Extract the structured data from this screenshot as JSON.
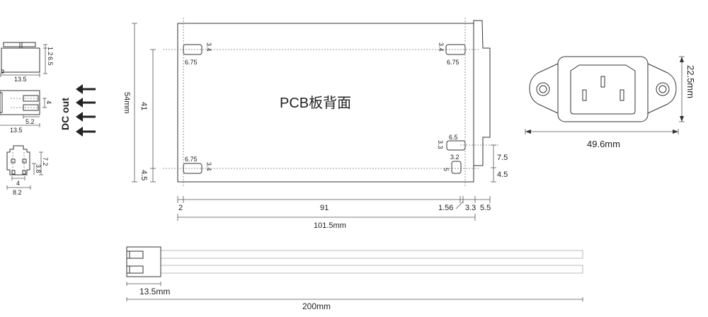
{
  "pcb": {
    "label": "PCB板背面",
    "height_total": "54mm",
    "hole_spacing_v": "41",
    "bottom_offset": "4.5",
    "hole_tl": {
      "w": "6.75",
      "h": "3.4"
    },
    "hole_bl": {
      "w": "6.75",
      "h": "3.4"
    },
    "hole_tr": {
      "w": "6.75",
      "h": "3.4"
    },
    "hole_br1": {
      "w": "6.5",
      "h": "3.3"
    },
    "hole_br2": {
      "w": "3.2",
      "h": "5"
    },
    "right_dim_a": "7.5",
    "right_dim_b": "4.5",
    "bottom_dims": {
      "a": "2",
      "b": "91",
      "c": "1.56",
      "d": "3.3",
      "e": "5.5"
    },
    "width_total": "101.5mm"
  },
  "connector_small": {
    "side_w": "13.5",
    "side_h1": "1.2",
    "side_h2": "6.5",
    "top_w": "13.5",
    "top_pin_w": "5.2",
    "top_pin_gap": "4",
    "front_w": "8.2",
    "front_pitch": "4",
    "front_h": "7.2",
    "front_h2": "3.8"
  },
  "dc_out": {
    "label": "DC out",
    "arrow_count": 4
  },
  "iec_socket": {
    "width": "49.6mm",
    "height": "22.5mm"
  },
  "cable": {
    "connector_len": "13.5mm",
    "total_len": "200mm"
  }
}
